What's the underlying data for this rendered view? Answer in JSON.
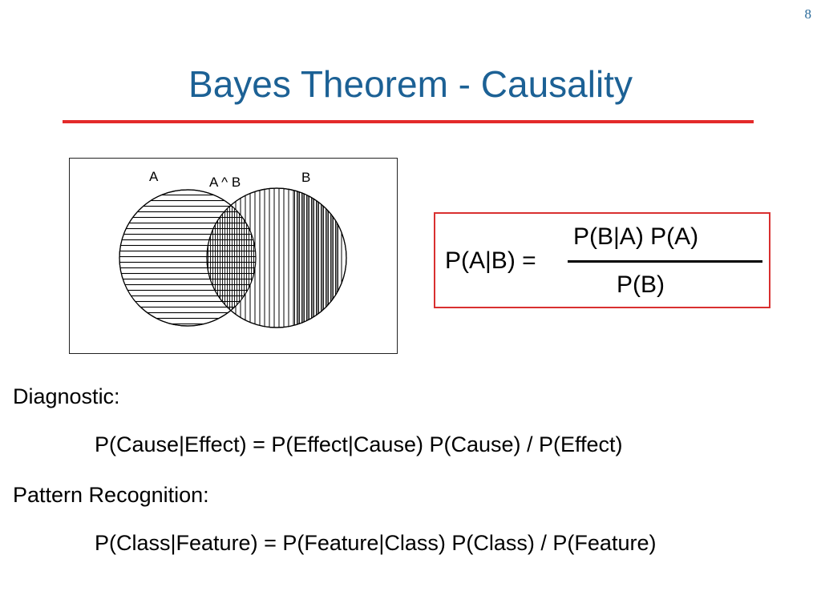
{
  "slide": {
    "page_number": "8",
    "title": "Bayes Theorem - Causality"
  },
  "venn": {
    "label_a": "A",
    "label_intersection": "A ^ B",
    "label_b": "B"
  },
  "formula": {
    "lhs": "P(A|B) =",
    "numerator": "P(B|A) P(A)",
    "denominator": "P(B)"
  },
  "sections": [
    {
      "heading": "Diagnostic:",
      "equation": "P(Cause|Effect) = P(Effect|Cause) P(Cause) / P(Effect)"
    },
    {
      "heading": "Pattern Recognition:",
      "equation": "P(Class|Feature) = P(Feature|Class) P(Class) / P(Feature)"
    }
  ],
  "colors": {
    "title": "#1c6195",
    "rule": "#e32a2a",
    "formula_border": "#d93030"
  }
}
